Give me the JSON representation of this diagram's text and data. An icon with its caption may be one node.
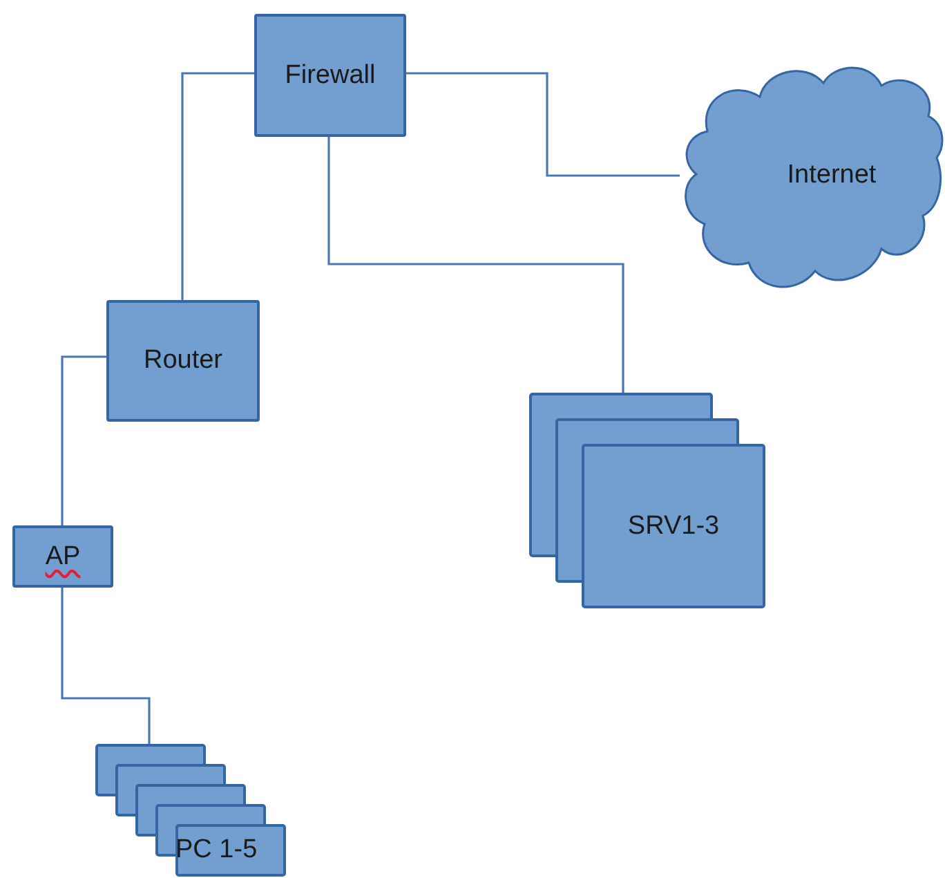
{
  "diagram": {
    "nodes": [
      {
        "text": [
          "Firewall"
        ]
      },
      {
        "text": [
          "Internet"
        ]
      },
      {
        "text": [
          "Router"
        ]
      },
      {
        "text": [
          "SRV1-3"
        ]
      },
      {
        "text": [
          "AP"
        ]
      },
      {
        "text": [
          "PC 1-5"
        ]
      }
    ],
    "edges": [
      {
        "from": 0,
        "to": 2,
        "arrow": "none"
      },
      {
        "from": 0,
        "to": 1,
        "arrow": "none"
      },
      {
        "from": 0,
        "to": 3,
        "arrow": "none"
      },
      {
        "from": 2,
        "to": 4,
        "arrow": "none"
      },
      {
        "from": 4,
        "to": 5,
        "arrow": "none"
      }
    ]
  }
}
